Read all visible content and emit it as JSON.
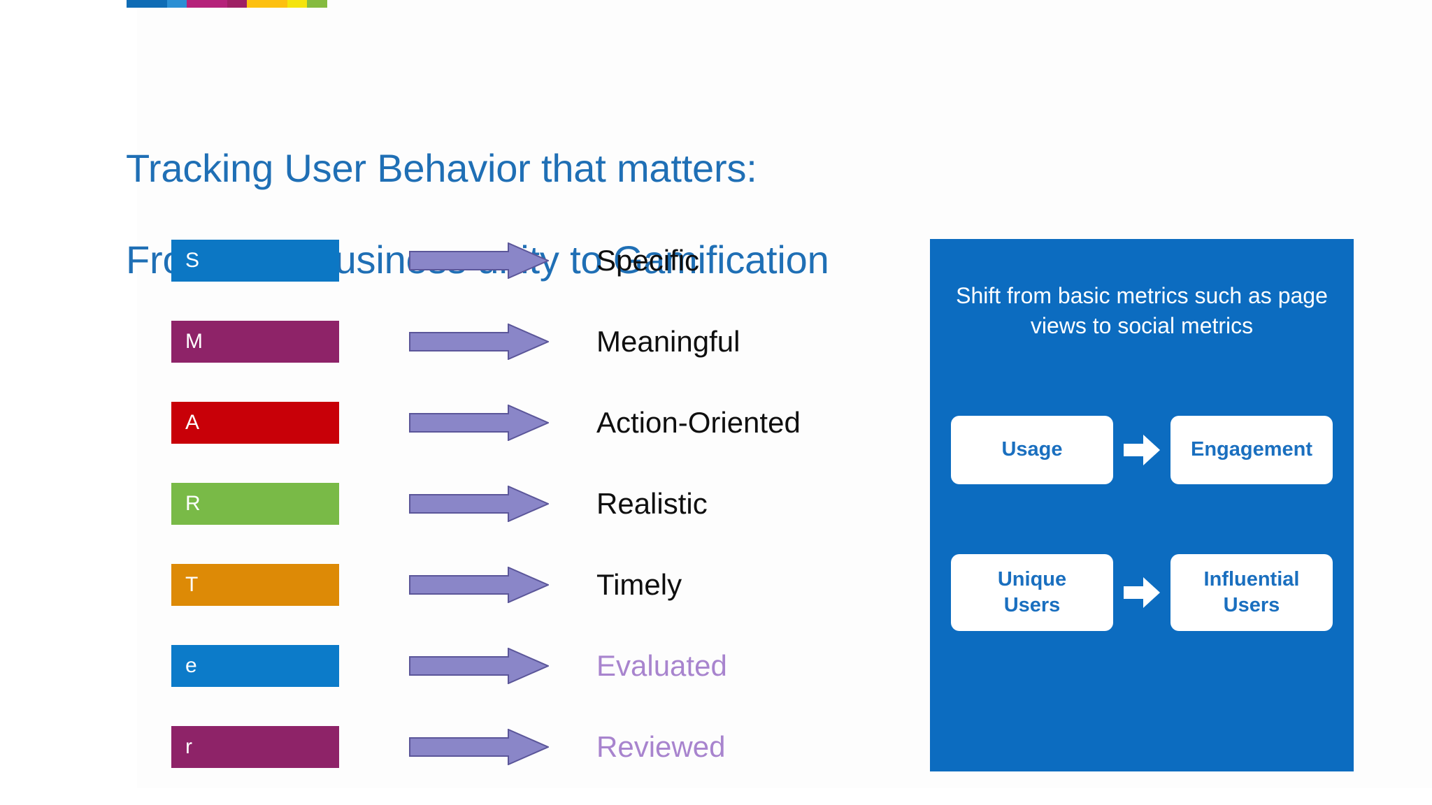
{
  "slide": {
    "title_line1": "Tracking User Behavior that matters:",
    "title_line2": "From IT & Business unity to Gamification",
    "title_color": "#1F6FB5",
    "background_color": "#FFFFFF"
  },
  "brand_bar": {
    "segments": [
      {
        "name": "segment-dark-blue",
        "color": "#0F6CB5",
        "width": 58
      },
      {
        "name": "segment-light-blue",
        "color": "#2B8FD4",
        "width": 28
      },
      {
        "name": "segment-magenta",
        "color": "#B5227A",
        "width": 58
      },
      {
        "name": "segment-crimson",
        "color": "#9E2064",
        "width": 28
      },
      {
        "name": "segment-amber",
        "color": "#FDC010",
        "width": 58
      },
      {
        "name": "segment-yellow",
        "color": "#F4E40D",
        "width": 28
      },
      {
        "name": "segment-green",
        "color": "#85BB40",
        "width": 29
      }
    ]
  },
  "smart_rows": [
    {
      "letter": "S",
      "tile_color": "#0C77C4",
      "label": "Specific",
      "label_color": "#0F0F0F",
      "accent": false
    },
    {
      "letter": "M",
      "tile_color": "#8E2368",
      "label": "Meaningful",
      "label_color": "#0F0F0F",
      "accent": false
    },
    {
      "letter": "A",
      "tile_color": "#C80008",
      "label": "Action-Oriented",
      "label_color": "#0F0F0F",
      "accent": false
    },
    {
      "letter": "R",
      "tile_color": "#79BA47",
      "label": "Realistic",
      "label_color": "#0F0F0F",
      "accent": false
    },
    {
      "letter": "T",
      "tile_color": "#DD8A06",
      "label": "Timely",
      "label_color": "#0F0F0F",
      "accent": false
    },
    {
      "letter": "e",
      "tile_color": "#0C7BC9",
      "label": "Evaluated",
      "label_color": "#A884CE",
      "accent": true
    },
    {
      "letter": "r",
      "tile_color": "#8E2368",
      "label": "Reviewed",
      "label_color": "#A884CE",
      "accent": true
    }
  ],
  "arrow": {
    "name": "right-block-arrow-icon",
    "fill": "#8A86C8",
    "stroke": "#5B5699"
  },
  "panel": {
    "background_color": "#0C6CC0",
    "caption": "Shift from basic metrics such as page views to social metrics",
    "flows": [
      {
        "from": "Usage",
        "to": "Engagement",
        "arrow_name": "white-right-arrow-icon"
      },
      {
        "from": "Unique\nUsers",
        "to": "Influential\nUsers",
        "arrow_name": "white-right-arrow-icon"
      }
    ],
    "card_text_color": "#1A6FBF",
    "card_background": "#FFFFFF"
  }
}
